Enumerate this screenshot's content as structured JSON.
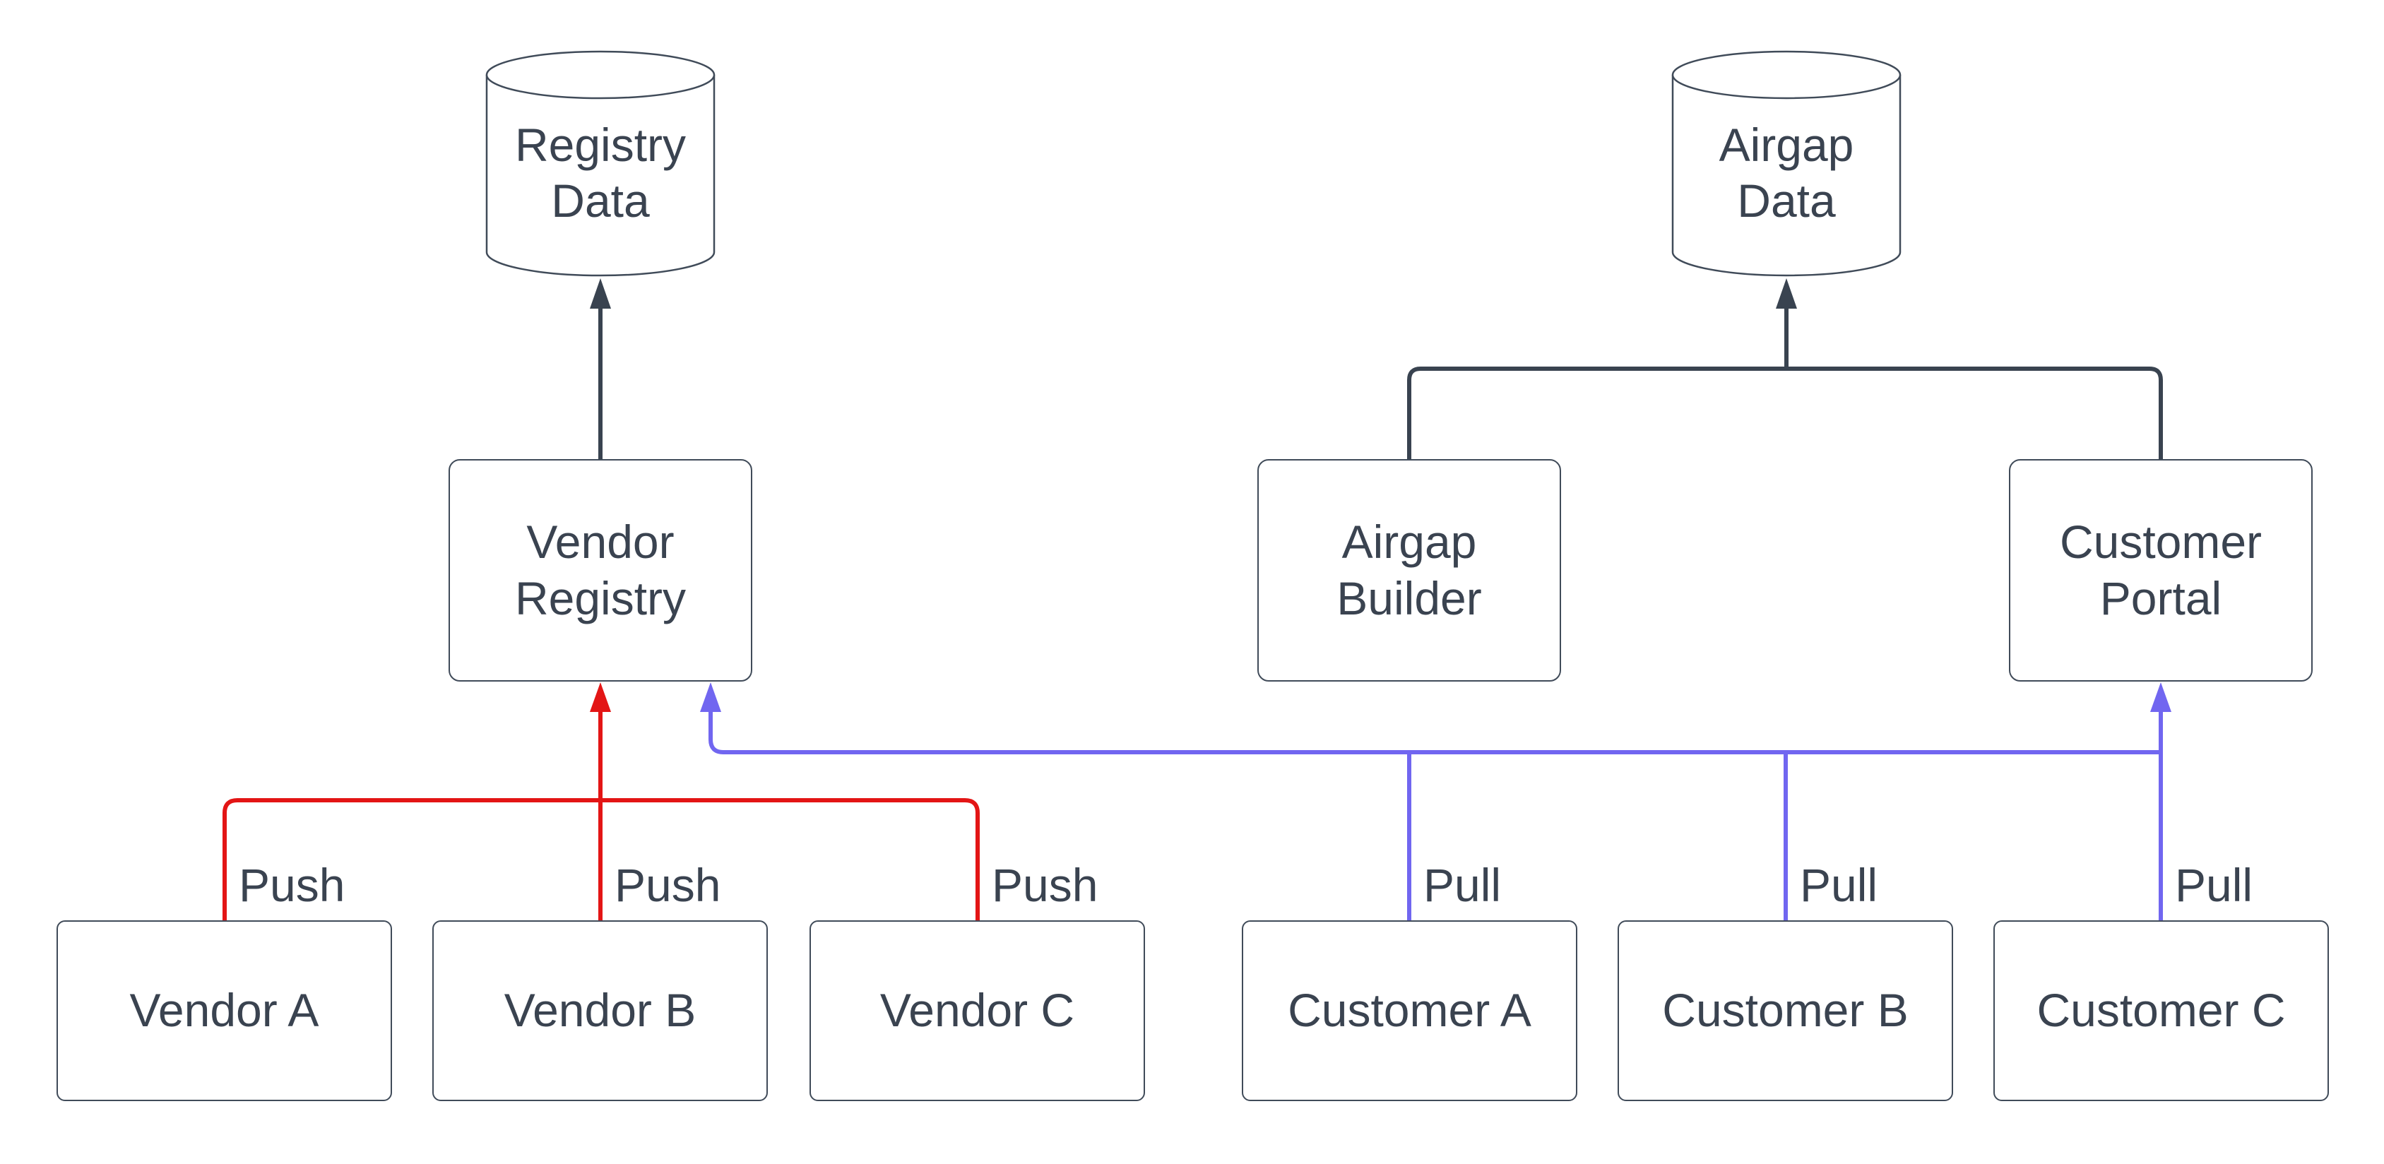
{
  "colors": {
    "text": "#3a4350",
    "node_stroke": "#404b59",
    "flow": "#394350",
    "push": "#e31515",
    "pull": "#7166f0",
    "background": "#ffffff"
  },
  "nodes": {
    "registry_data": {
      "label": "Registry Data",
      "type": "cylinder"
    },
    "airgap_data": {
      "label": "Airgap Data",
      "type": "cylinder"
    },
    "vendor_registry": {
      "label": "Vendor Registry",
      "type": "process"
    },
    "airgap_builder": {
      "label": "Airgap Builder",
      "type": "process"
    },
    "customer_portal": {
      "label": "Customer Portal",
      "type": "process"
    },
    "vendor_a": {
      "label": "Vendor A",
      "type": "process"
    },
    "vendor_b": {
      "label": "Vendor B",
      "type": "process"
    },
    "vendor_c": {
      "label": "Vendor C",
      "type": "process"
    },
    "customer_a": {
      "label": "Customer A",
      "type": "process"
    },
    "customer_b": {
      "label": "Customer B",
      "type": "process"
    },
    "customer_c": {
      "label": "Customer C",
      "type": "process"
    }
  },
  "edges": {
    "push_a": {
      "from": "vendor_a",
      "to": "vendor_registry",
      "label": "Push"
    },
    "push_b": {
      "from": "vendor_b",
      "to": "vendor_registry",
      "label": "Push"
    },
    "push_c": {
      "from": "vendor_c",
      "to": "vendor_registry",
      "label": "Push"
    },
    "pull_a": {
      "from": "customer_a",
      "to": "vendor_registry",
      "label": "Pull"
    },
    "pull_b": {
      "from": "customer_b",
      "to": "vendor_registry",
      "label": "Pull"
    },
    "pull_c": {
      "from": "customer_c",
      "to": "customer_portal",
      "label": "Pull"
    },
    "registry_store": {
      "from": "vendor_registry",
      "to": "registry_data",
      "label": ""
    },
    "airgap_store": {
      "from": "airgap_builder / customer_portal",
      "to": "airgap_data",
      "label": ""
    }
  }
}
